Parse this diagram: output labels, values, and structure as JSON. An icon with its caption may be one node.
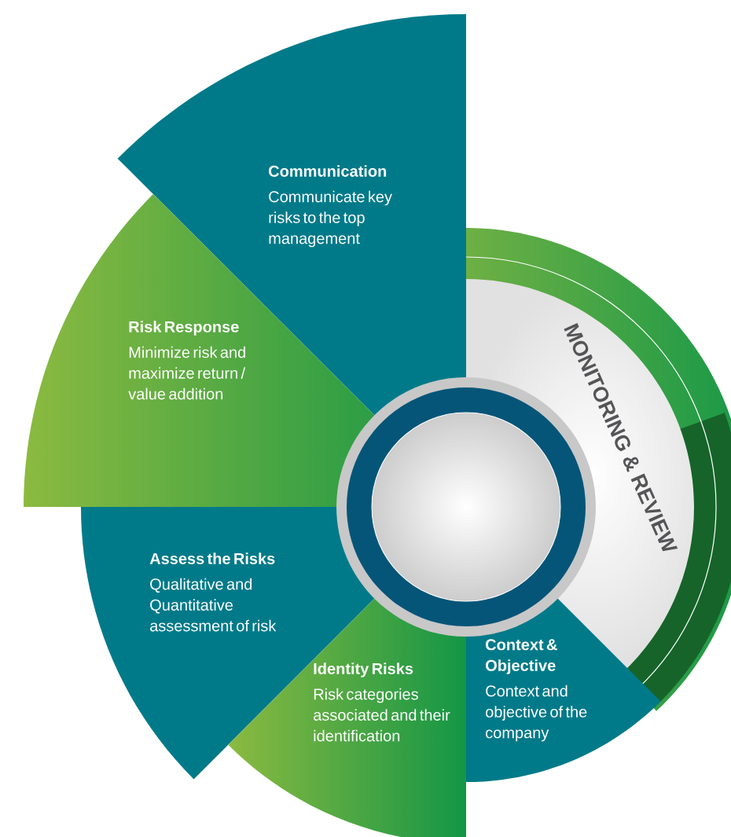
{
  "diagram": {
    "nodes": [
      {
        "text": [
          "Communication",
          "Communicate key risks to the top management"
        ]
      },
      {
        "text": [
          "Risk Response",
          "Minimize risk and maximize return / value addition"
        ]
      },
      {
        "text": [
          "MONITORING & REVIEW"
        ]
      },
      {
        "text": [
          "Assess the Risks",
          "Qualitative and Quantitative assessment of risk"
        ]
      },
      {
        "text": [
          "Identity Risks",
          "Risk categories associated and their identification"
        ]
      },
      {
        "text": [
          "Context & Objective",
          "Context and objective of the company"
        ]
      }
    ]
  }
}
